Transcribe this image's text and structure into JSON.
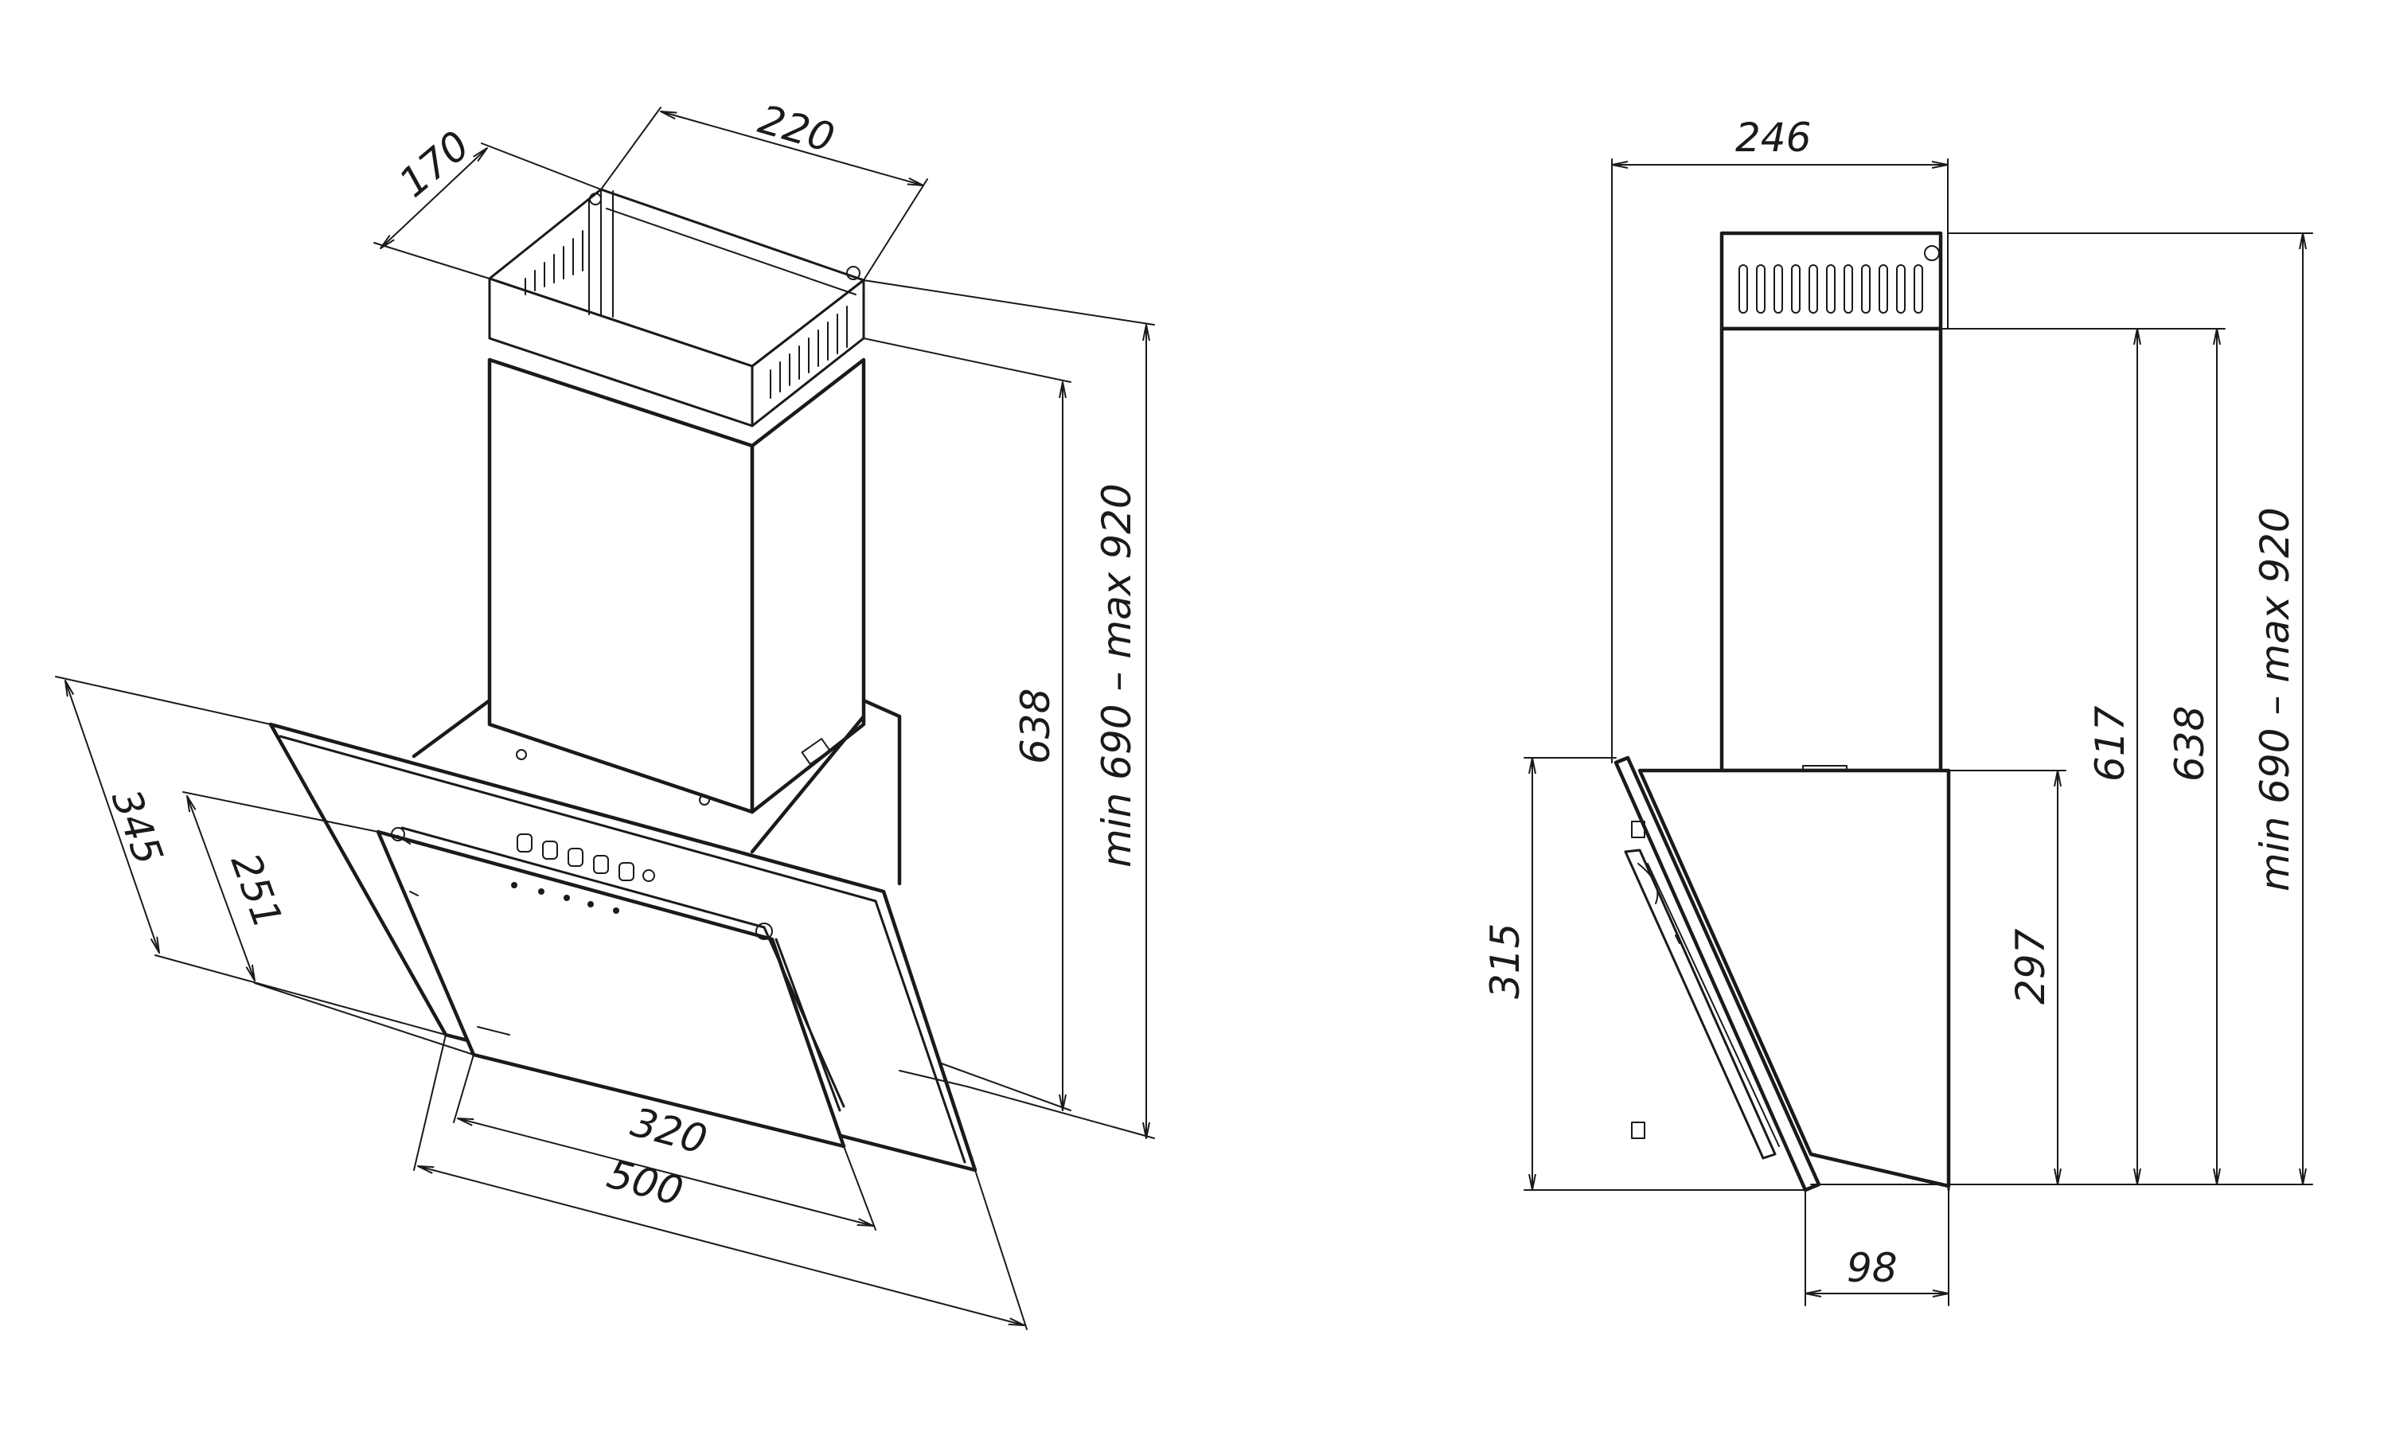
{
  "dimensions": {
    "iso_chimney_depth": "170",
    "iso_chimney_width": "220",
    "iso_chimney_height": "638",
    "iso_total_height": "min 690 – max 920",
    "iso_glass_height": "345",
    "iso_control_panel_height": "251",
    "iso_panel_width": "320",
    "iso_glass_width": "500",
    "side_overall_depth": "246",
    "side_glass_height": "315",
    "side_body_height": "297",
    "side_chimney_height": "617",
    "side_chimney_total": "638",
    "side_total_height": "min 690 – max 920",
    "side_bottom_offset": "98"
  },
  "colors": {
    "line": "#1a1a1a",
    "background": "#ffffff"
  }
}
